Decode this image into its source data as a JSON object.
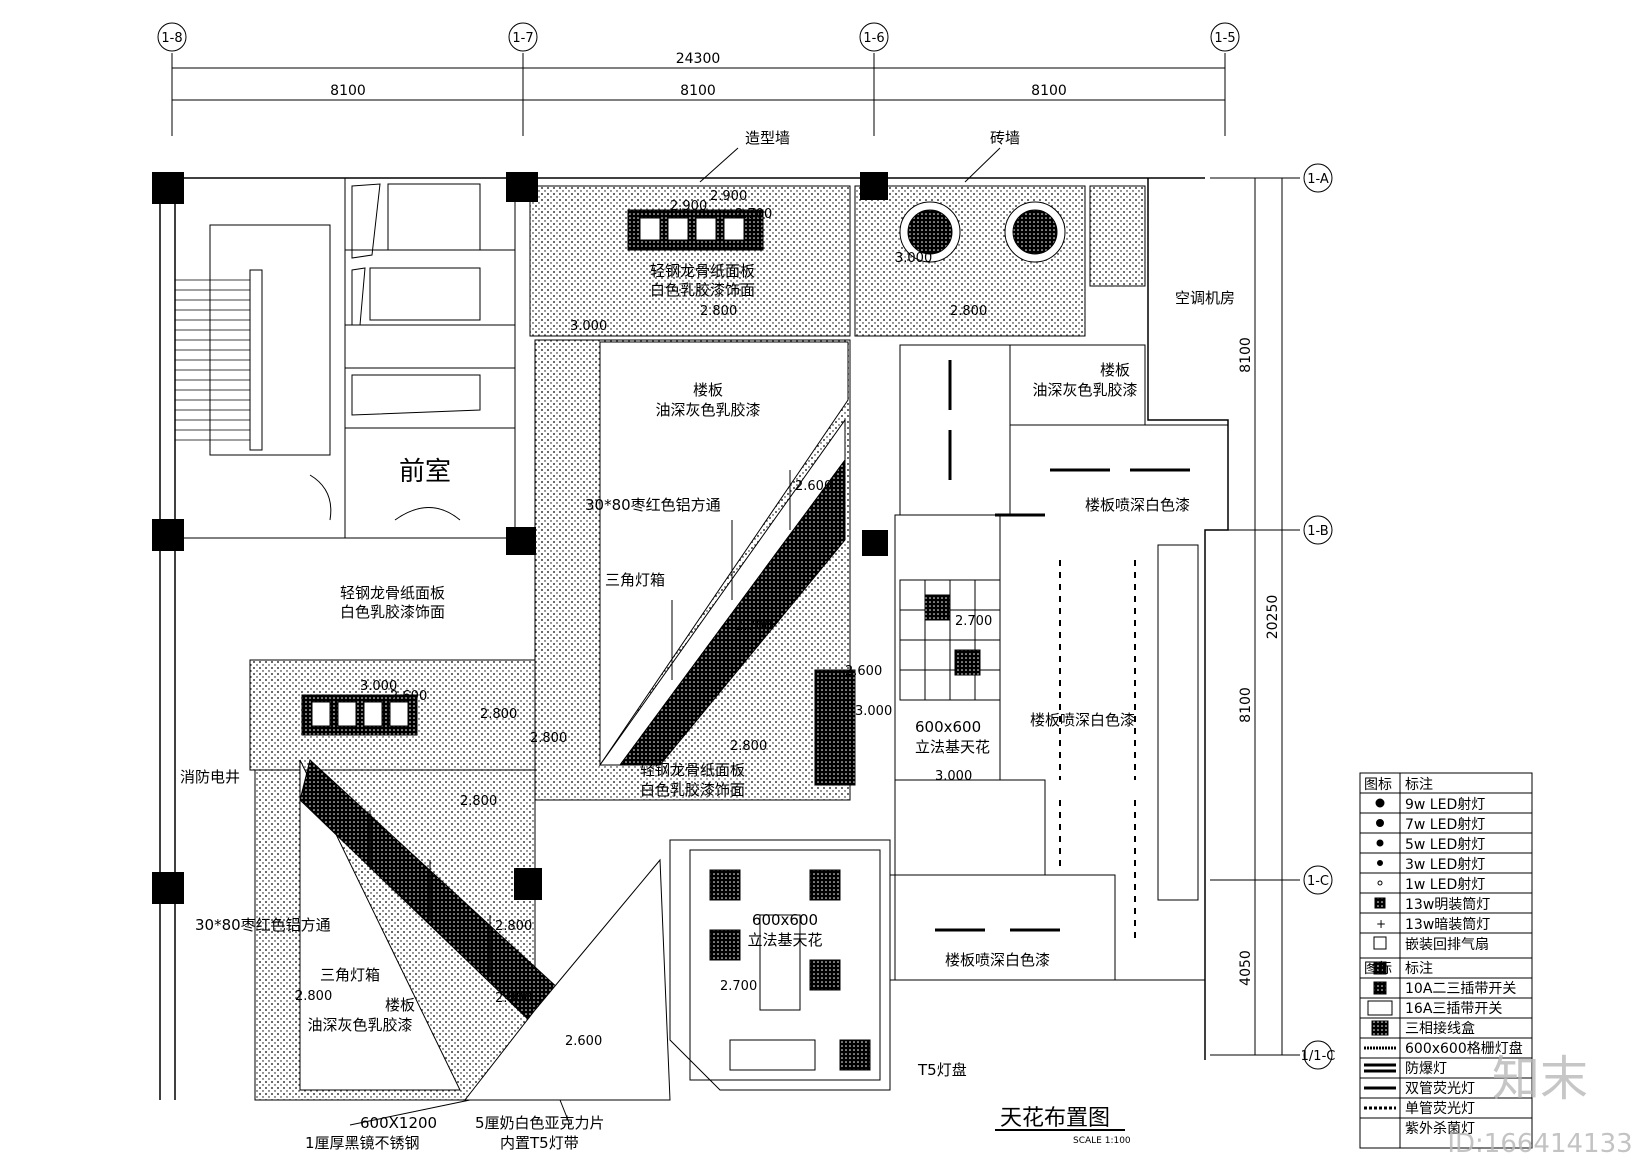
{
  "axes_top": [
    "1-8",
    "1-7",
    "1-6",
    "1-5"
  ],
  "axes_right": [
    "1-A",
    "1-B",
    "1-C",
    "1/1-C"
  ],
  "dims_top": {
    "total": "24300",
    "segments": [
      "8100",
      "8100",
      "8100"
    ]
  },
  "dims_right": {
    "total": "20250",
    "segments": [
      "8100",
      "8100",
      "4050"
    ]
  },
  "rooms": {
    "front_room": "前室",
    "ac_room": "空调机房",
    "fire_pipe": "消防电井"
  },
  "labels": {
    "feature_wall": "造型墙",
    "brick_wall": "砖墙",
    "gypsum_top_1": "轻钢龙骨纸面板",
    "gypsum_top_2": "白色乳胶漆饰面",
    "gypsum_mid_1": "轻钢龙骨纸面板",
    "gypsum_mid_2": "白色乳胶漆饰面",
    "gypsum_center_1": "轻钢龙骨纸面板",
    "gypsum_center_2": "白色乳胶漆饰面",
    "floorboard_gray_1": "楼板",
    "floorboard_gray_2": "油深灰色乳胶漆",
    "floorboard_gray_center_1": "楼板",
    "floorboard_gray_center_2": "油深灰色乳胶漆",
    "floorboard_gray_sw_1": "楼板",
    "floorboard_gray_sw_2": "油深灰色乳胶漆",
    "floorboard_white_top": "楼板喷深白色漆",
    "floorboard_white_right": "楼板喷深白色漆",
    "floorboard_white_bottom": "楼板喷深白色漆",
    "alu_strip_center": "30*80枣红色铝方通",
    "alu_strip_sw": "30*80枣红色铝方通",
    "triangle_light_center": "三角灯箱",
    "triangle_light_sw": "三角灯箱",
    "grid_ceiling_right_1": "600x600",
    "grid_ceiling_right_2": "立法基天花",
    "grid_ceiling_bottom_1": "600x600",
    "grid_ceiling_bottom_2": "立法基天花",
    "t5_panel": "T5灯盘",
    "mirror_1": "600X1200",
    "mirror_2": "1厘厚黑镜不锈钢",
    "acrylic_1": "5厘奶白色亚克力片",
    "acrylic_2": "内置T5灯带"
  },
  "elevations": [
    "2.900",
    "2.700",
    "3.000",
    "2.800",
    "3.000",
    "2.800",
    "3.000",
    "2.800",
    "2.600",
    "2.800",
    "2.800",
    "2.800",
    "2.800",
    "2.600",
    "2.700",
    "2.700",
    "3.000",
    "3.000",
    "2.800",
    "2.600",
    "2.600",
    "2.700",
    "2.800",
    "2.900"
  ],
  "title": "天花布置图",
  "scale": "SCALE 1:100",
  "legend": {
    "header_icon": "图标",
    "header_name": "标注",
    "lights": [
      "9w  LED射灯",
      "7w  LED射灯",
      "5w  LED射灯",
      "3w  LED射灯",
      "1w  LED射灯",
      "13w明装筒灯",
      "13w暗装筒灯",
      "嵌装回排气扇"
    ],
    "header_icon_2": "图标",
    "header_name_2": "标注",
    "items": [
      "10A二三插带开关",
      "16A三插带开关",
      "三相接线盒",
      "600x600格栅灯盘",
      "防爆灯",
      "双管荧光灯",
      "单管荧光灯",
      "紫外杀菌灯"
    ]
  },
  "watermark": {
    "logo": "知末",
    "id": "ID:166414133"
  }
}
